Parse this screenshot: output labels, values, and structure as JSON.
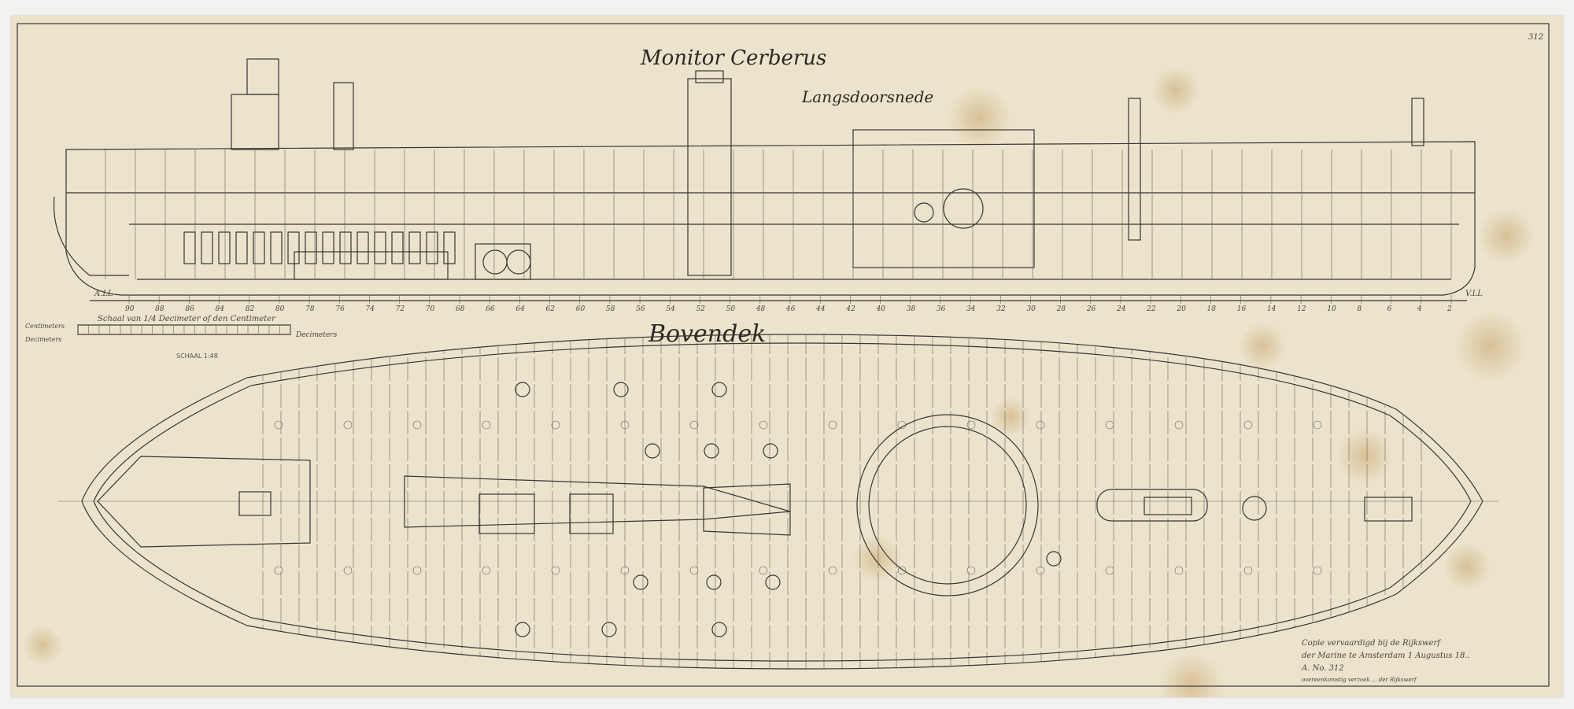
{
  "title": "Monitor Cerberus",
  "section_label": "Langsdoorsnede",
  "deck_label": "Bovendek",
  "scale_bar": {
    "caption": "Schaal van 1/4 Decimeter of den Centimeter",
    "left_top": "Centimeters",
    "left_bottom": "Decimeters",
    "unit_right": "Decimeters",
    "ratio": "SCHAAL 1:48"
  },
  "stations": {
    "aft_label": "A.LL",
    "fore_label": "V.LL",
    "numbers": [
      "90",
      "88",
      "86",
      "84",
      "82",
      "80",
      "78",
      "76",
      "74",
      "72",
      "70",
      "68",
      "66",
      "64",
      "62",
      "60",
      "58",
      "56",
      "54",
      "52",
      "50",
      "48",
      "46",
      "44",
      "42",
      "40",
      "38",
      "36",
      "34",
      "32",
      "30",
      "28",
      "26",
      "24",
      "22",
      "20",
      "18",
      "16",
      "14",
      "12",
      "10",
      "8",
      "6",
      "4",
      "2"
    ]
  },
  "copy_note": {
    "line1": "Copie vervaardigd bij de Rijkswerf",
    "line2": "der Marine te Amsterdam 1 Augustus 18..",
    "line3": "A. No. 312",
    "line4": "overeenkomstig verzoek ... der Rijkswerf"
  },
  "sheet_number": "312",
  "colors": {
    "paper": "#ebe3cc",
    "ink": "#3a3630",
    "stain": "#c9a46a"
  }
}
